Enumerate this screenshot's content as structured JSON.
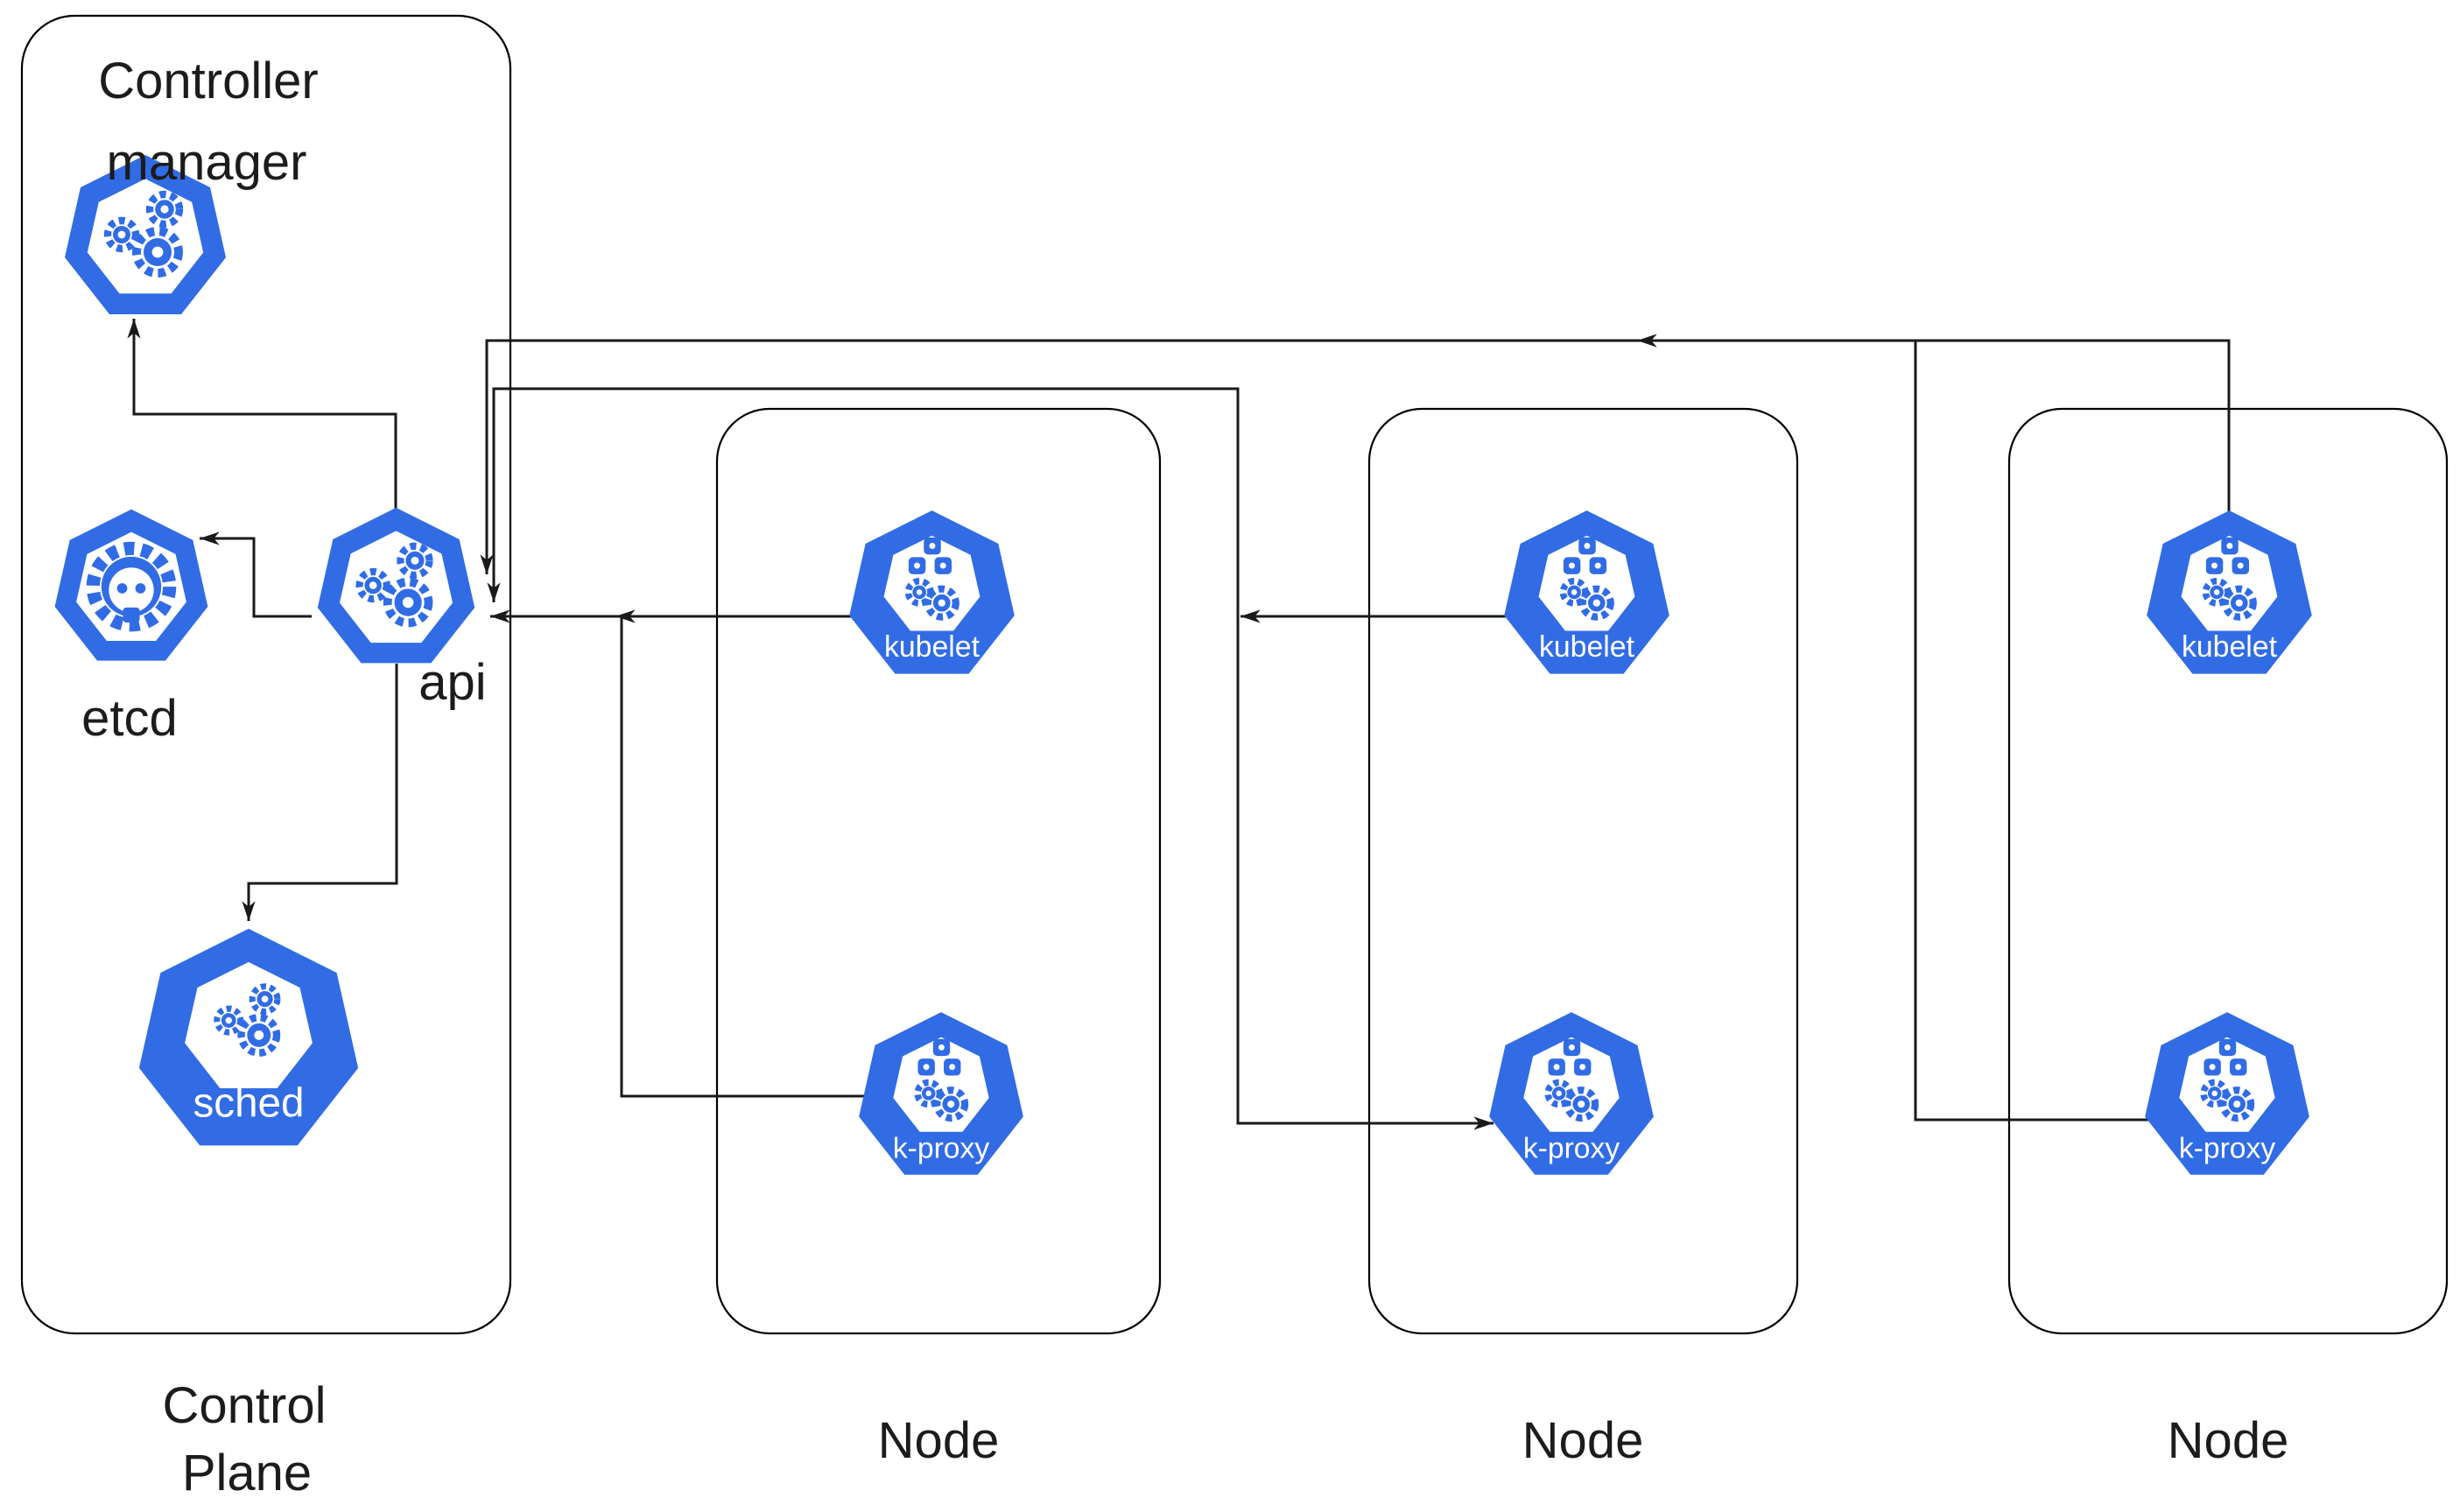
{
  "diagram": {
    "control_plane": {
      "label_line1": "Control",
      "label_line2": "Plane",
      "components": {
        "controller_manager_line1": "Controller",
        "controller_manager_line2": "manager",
        "etcd": "etcd",
        "api": "api",
        "sched": "sched"
      }
    },
    "nodes": [
      {
        "label": "Node",
        "kubelet": "kubelet",
        "k_proxy": "k-proxy"
      },
      {
        "label": "Node",
        "kubelet": "kubelet",
        "k_proxy": "k-proxy"
      },
      {
        "label": "Node",
        "kubelet": "kubelet",
        "k_proxy": "k-proxy"
      }
    ],
    "colors": {
      "kubernetes_blue": "#316CE5",
      "line": "#1A1A1A",
      "box_border": "#000000",
      "background": "#FFFFFF",
      "icon_text": "#FFFFFF"
    }
  }
}
